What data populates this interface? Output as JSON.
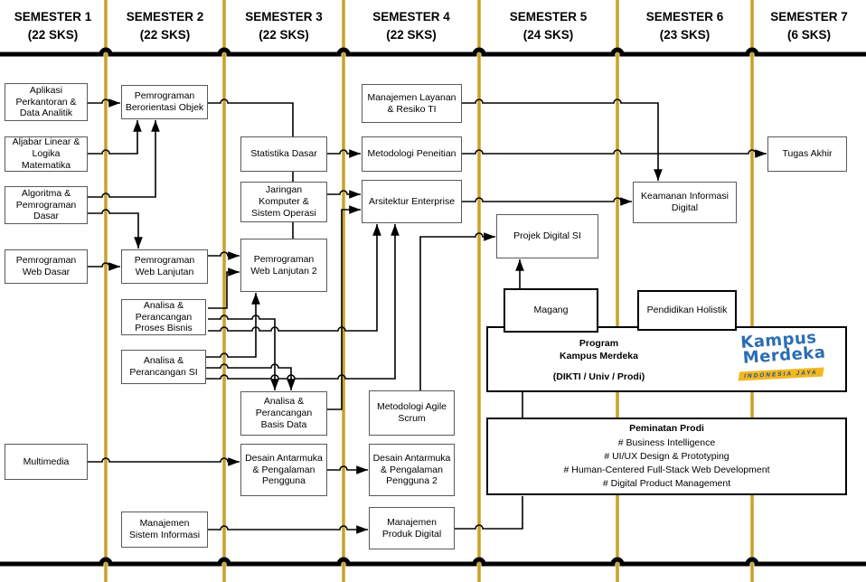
{
  "semesters": [
    {
      "label": "SEMESTER 1",
      "sks": "(22 SKS)"
    },
    {
      "label": "SEMESTER 2",
      "sks": "(22 SKS)"
    },
    {
      "label": "SEMESTER 3",
      "sks": "(22 SKS)"
    },
    {
      "label": "SEMESTER 4",
      "sks": "(22 SKS)"
    },
    {
      "label": "SEMESTER 5",
      "sks": "(24 SKS)"
    },
    {
      "label": "SEMESTER 6",
      "sks": "(23 SKS)"
    },
    {
      "label": "SEMESTER 7",
      "sks": "(6 SKS)"
    }
  ],
  "courses": {
    "aplikasi_perkantoran": "Aplikasi Perkantoran & Data Analitik",
    "aljabar_linear": "Aljabar Linear & Logika Matematika",
    "algoritma": "Algoritma & Pemrograman Dasar",
    "pemrograman_web_dasar": "Pemrograman Web Dasar",
    "multimedia": "Multimedia",
    "pbo": "Pemrograman Berorientasi Objek",
    "pemrograman_web_lanjutan": "Pemrograman Web Lanjutan",
    "app_bisnis": "Analisa & Perancangan Proses Bisnis",
    "ap_si": "Analisa & Perancangan SI",
    "manajemen_sistem_informasi": "Manajemen Sistem Informasi",
    "statistika_dasar": "Statistika Dasar",
    "jaringan_komputer": "Jaringan Komputer & Sistem Operasi",
    "pemrograman_web_lanjutan_2": "Pemrograman Web Lanjutan 2",
    "ap_basis_data": "Analisa & Perancangan Basis Data",
    "desain_antarmuka": "Desain Antarmuka & Pengalaman Pengguna",
    "manajemen_layanan": "Manajemen Layanan & Resiko TI",
    "metodologi_penelitian": "Metodologi Peneitian",
    "arsitektur_enterprise": "Arsitektur Enterprise",
    "agile_scrum": "Metodologi Agile Scrum",
    "desain_antarmuka_2": "Desain Antarmuka & Pengalaman Pengguna 2",
    "manajemen_produk_digital": "Manajemen Produk Digital",
    "projek_digital_si": "Projek Digital SI",
    "magang": "Magang",
    "keamanan_informasi": "Keamanan Informasi Digital",
    "pendidikan_holistik": "Pendidikan Holistik",
    "tugas_akhir": "Tugas Akhir"
  },
  "program_kampus_merdeka": {
    "line1": "Program",
    "line2": "Kampus Merdeka",
    "line3": "(DIKTI / Univ / Prodi)"
  },
  "peminatan": {
    "title": "Peminatan Prodi",
    "items": [
      "# Business Intelligence",
      "# UI/UX Design & Prototyping",
      "# Human-Centered Full-Stack Web Development",
      "# Digital Product Management"
    ]
  },
  "logo": {
    "word1": "Kampus",
    "word2": "Merdeka",
    "banner": "INDONESIA JAYA"
  },
  "colors": {
    "divider": "#C9A227",
    "box_border": "#595959",
    "logo_blue": "#2B6CB4",
    "logo_yellow": "#F2B722"
  }
}
